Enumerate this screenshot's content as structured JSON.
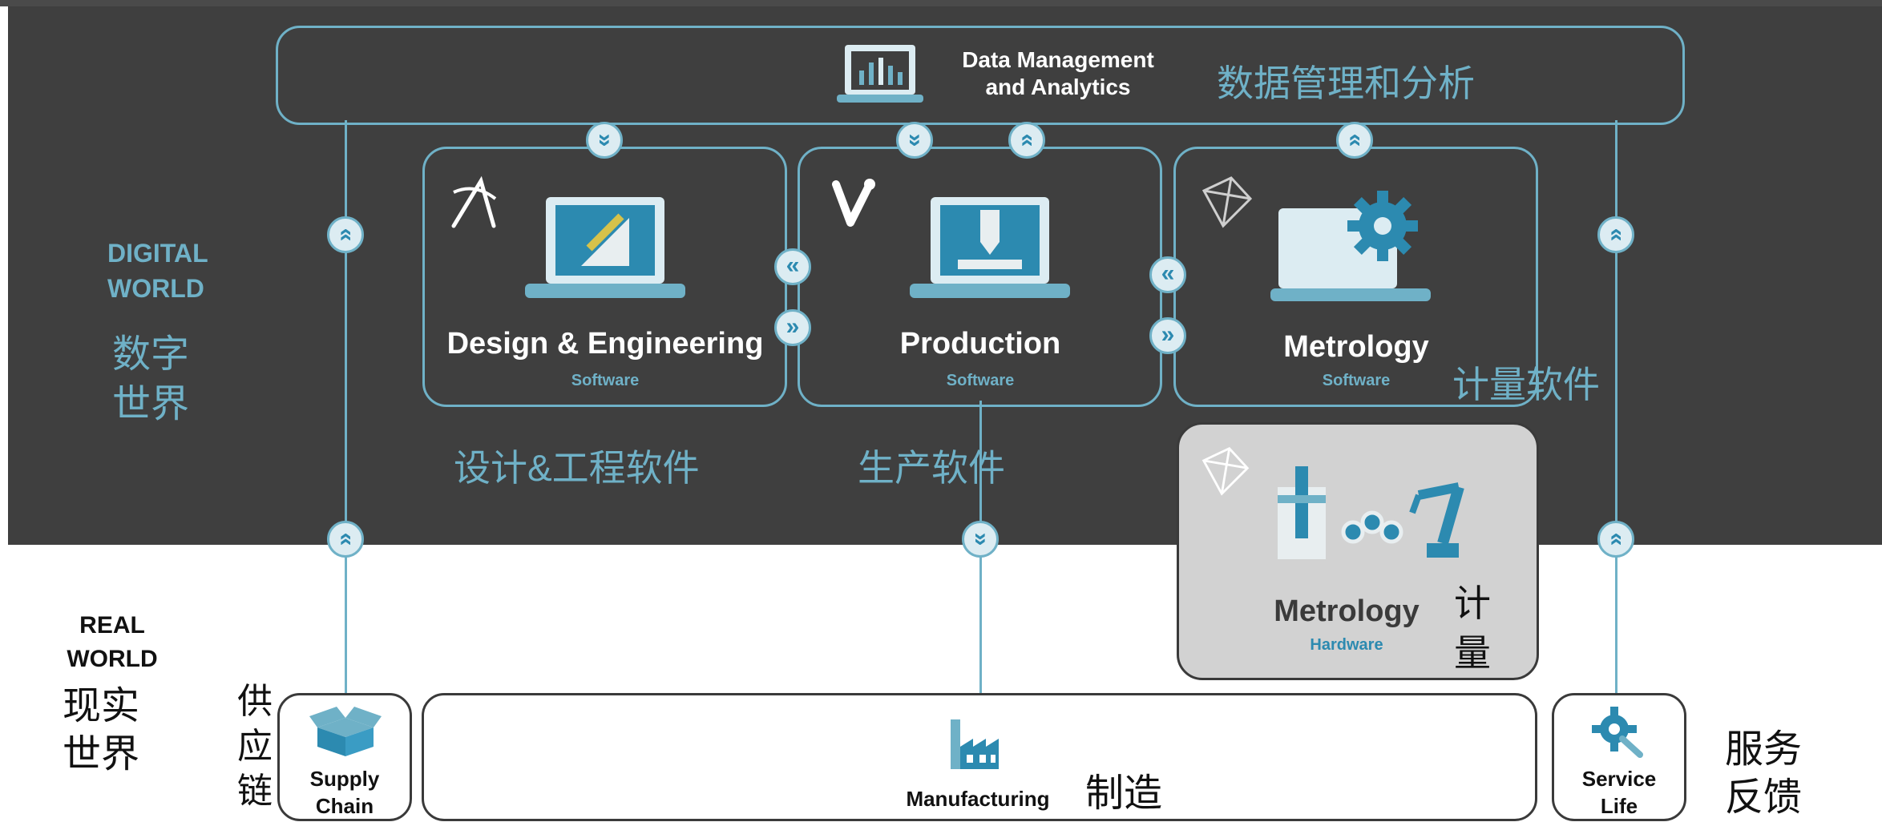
{
  "top": {
    "title_en_line1": "Data Management",
    "title_en_line2": "and Analytics",
    "title_cn": "数据管理和分析"
  },
  "digital": {
    "label_line1": "DIGITAL",
    "label_line2": "WORLD",
    "cn_line1": "数字",
    "cn_line2": "世界"
  },
  "real": {
    "label_line1": "REAL",
    "label_line2": "WORLD",
    "cn_line1": "现实",
    "cn_line2": "世界"
  },
  "design": {
    "title": "Design & Engineering",
    "subtitle": "Software",
    "cn": "设计&工程软件"
  },
  "production": {
    "title": "Production",
    "subtitle": "Software",
    "cn": "生产软件"
  },
  "metrology_sw": {
    "title": "Metrology",
    "subtitle": "Software",
    "cn": "计量软件"
  },
  "metrology_hw": {
    "title": "Metrology",
    "subtitle": "Hardware",
    "cn_line1": "计",
    "cn_line2": "量"
  },
  "supply": {
    "title_line1": "Supply",
    "title_line2": "Chain",
    "cn_line1": "供",
    "cn_line2": "应",
    "cn_line3": "链"
  },
  "manufacturing": {
    "title": "Manufacturing",
    "cn": "制造"
  },
  "service": {
    "title_line1": "Service",
    "title_line2": "Life",
    "cn_line1": "服务",
    "cn_line2": "反馈"
  },
  "colors": {
    "accent": "#6fb1c7",
    "dark_bg": "#3f3f3f",
    "icon_blue": "#2c8ab0"
  },
  "icons": [
    "laptop-analytics-icon",
    "pen-ruler-icon",
    "laser-cut-icon",
    "gear-icon",
    "robot-arm-icon",
    "box-icon",
    "factory-icon",
    "gear-wrench-icon"
  ]
}
